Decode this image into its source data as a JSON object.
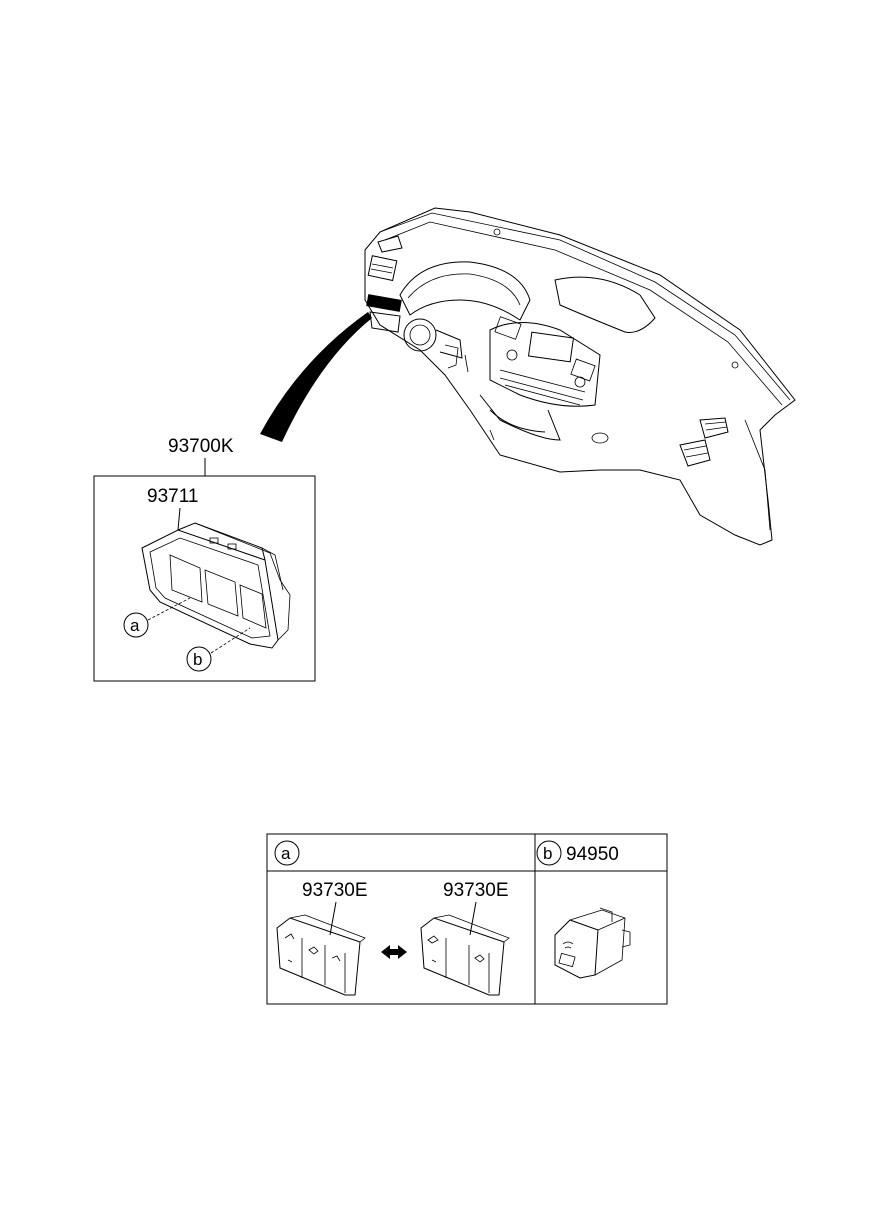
{
  "parts": {
    "assembly": "93700K",
    "bezel": "93711",
    "switch_left": "93730E",
    "switch_right": "93730E",
    "switch_b": "94950"
  },
  "callouts": {
    "a": "a",
    "b": "b"
  },
  "table": {
    "col_a_label": "a",
    "col_b_label": "b"
  }
}
